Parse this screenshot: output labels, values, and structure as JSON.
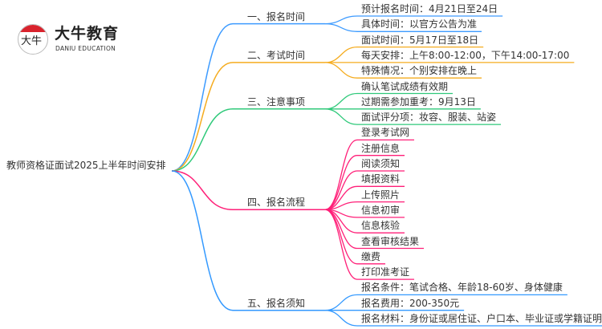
{
  "logo": {
    "name": "大牛教育",
    "subtitle": "DANIU EDUCATION",
    "mark": "大牛"
  },
  "root": {
    "label": "教师资格证面试2025上半年时间安排"
  },
  "branches": [
    {
      "label": "一、报名时间",
      "color": "#3d9bff",
      "leaves": [
        "预计报名时间：4月21日至24日",
        "具体时间：以官方公告为准"
      ]
    },
    {
      "label": "二、考试时间",
      "color": "#f5ac1f",
      "leaves": [
        "面试时间：5月17日至18日",
        "每天安排：上午8:00-12:00，下午14:00-17:00",
        "特殊情况：个别安排在晚上"
      ]
    },
    {
      "label": "三、注意事项",
      "color": "#2fc97a",
      "leaves": [
        "确认笔试成绩有效期",
        "过期需参加重考：9月13日",
        "面试评分项：妆容、服装、站姿"
      ]
    },
    {
      "label": "四、报名流程",
      "color": "#ff1f78",
      "leaves": [
        "登录考试网",
        "注册信息",
        "阅读须知",
        "填报资料",
        "上传照片",
        "信息初审",
        "信息核验",
        "查看审核结果",
        "缴费",
        "打印准考证"
      ]
    },
    {
      "label": "五、报名须知",
      "color": "#3399ff",
      "leaves": [
        "报名条件：笔试合格、年龄18-60岁、身体健康",
        "报名费用：200-350元",
        "报名材料：身份证或居住证、户口本、毕业证或学籍证明"
      ]
    }
  ]
}
